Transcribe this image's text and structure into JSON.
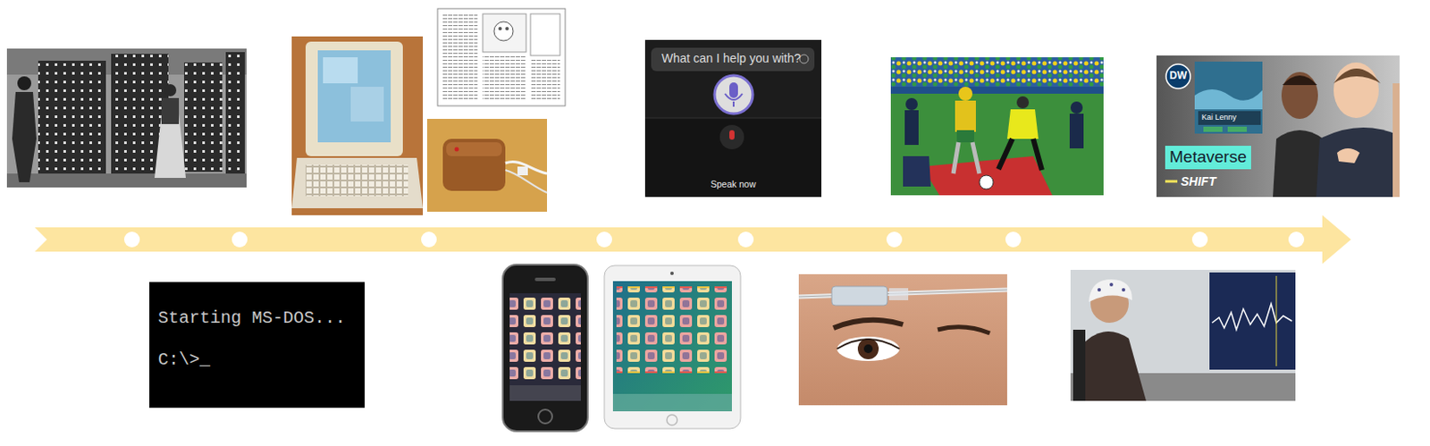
{
  "diagram": {
    "nodes": [
      {
        "text": [
          "Starting MS-DOS...",
          "C:\\>_"
        ]
      },
      {
        "text": [
          "What can I help you with?",
          "Speak now"
        ]
      },
      {
        "text": [
          "DW",
          "Kai Lenny",
          "Metaverse",
          "SHIFT"
        ]
      }
    ]
  }
}
